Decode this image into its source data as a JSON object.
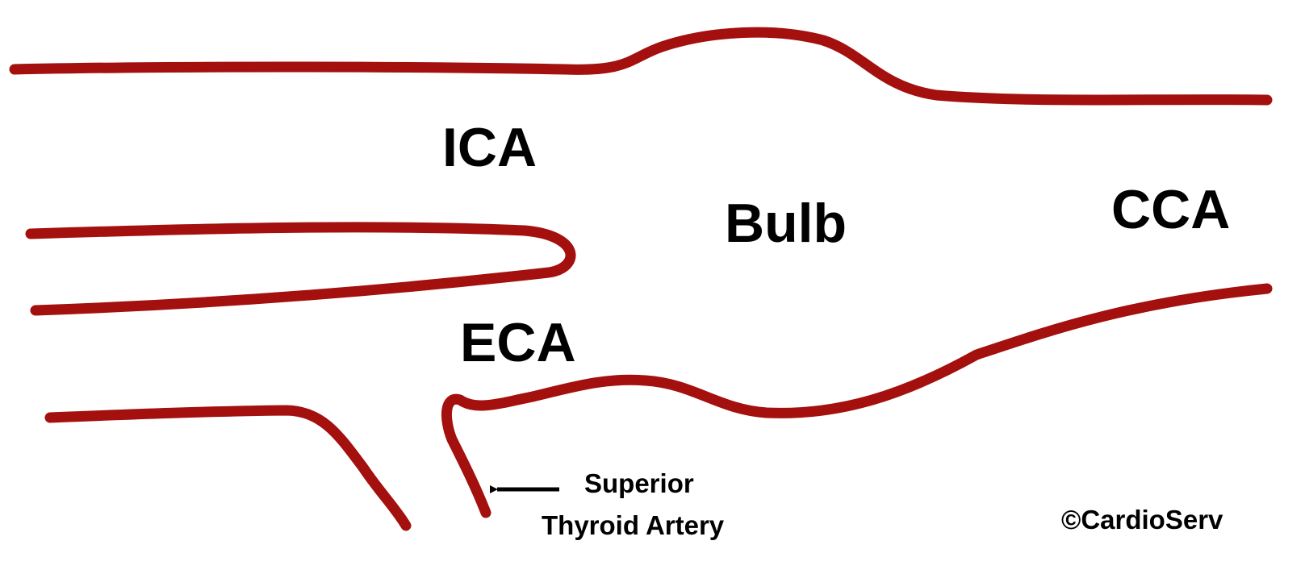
{
  "colors": {
    "vessel_wall": "#a3100e",
    "background": "#ffffff",
    "text": "#000000"
  },
  "labels": {
    "ica": "ICA",
    "bulb": "Bulb",
    "cca": "CCA",
    "eca": "ECA",
    "superior_line1": "Superior",
    "superior_line2": "Thyroid Artery",
    "copyright": "©CardioServ"
  },
  "annotation_arrow": {
    "icon": "arrow-left-icon",
    "points_to": "superior_thyroid_artery"
  }
}
